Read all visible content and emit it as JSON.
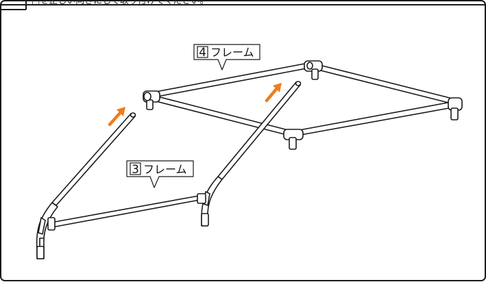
{
  "header": {
    "step_box": "",
    "cut_text": "□を正しい向きにして取り付けてください。"
  },
  "callouts": [
    {
      "number": "4",
      "label": "フレーム"
    },
    {
      "number": "3",
      "label": "フレーム"
    }
  ],
  "colors": {
    "arrow": "#f07d1c",
    "outline": "#1a1a1a",
    "background": "#ffffff"
  },
  "icons": [
    "arrow-up-right-icon",
    "arrow-up-right-icon"
  ]
}
